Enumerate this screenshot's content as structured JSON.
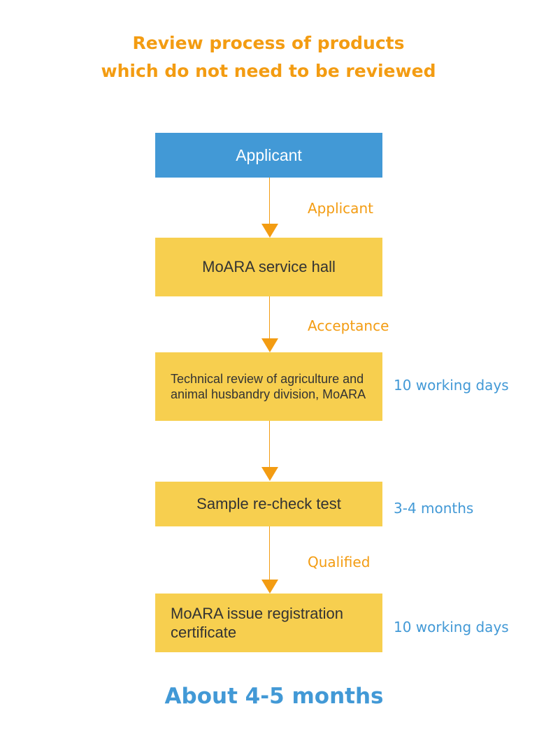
{
  "title": {
    "line1": "Review process of products",
    "line2": "which do not need to be reviewed"
  },
  "nodes": [
    {
      "id": "applicant",
      "text": "Applicant",
      "color": "#4299d6"
    },
    {
      "id": "service_hall",
      "text": "MoARA service hall",
      "color": "#f7cf4f"
    },
    {
      "id": "technical_review",
      "text": "Technical review of agriculture and animal husbandry division, MoARA",
      "color": "#f7cf4f"
    },
    {
      "id": "sample_test",
      "text": "Sample re-check test",
      "color": "#f7cf4f"
    },
    {
      "id": "certificate",
      "text": "MoARA issue registration certificate",
      "color": "#f7cf4f"
    }
  ],
  "edges": [
    {
      "from": "applicant",
      "to": "service_hall",
      "label": "Applicant"
    },
    {
      "from": "service_hall",
      "to": "technical_review",
      "label": "Acceptance"
    },
    {
      "from": "technical_review",
      "to": "sample_test",
      "label": ""
    },
    {
      "from": "sample_test",
      "to": "certificate",
      "label": "Qualified"
    }
  ],
  "durations": {
    "technical_review": "10 working days",
    "sample_test": "3-4 months",
    "certificate": "10 working days"
  },
  "summary": "About 4-5 months",
  "colors": {
    "accent_orange": "#f39c12",
    "accent_blue": "#4299d6",
    "box_yellow": "#f7cf4f",
    "text_dark": "#333333"
  }
}
